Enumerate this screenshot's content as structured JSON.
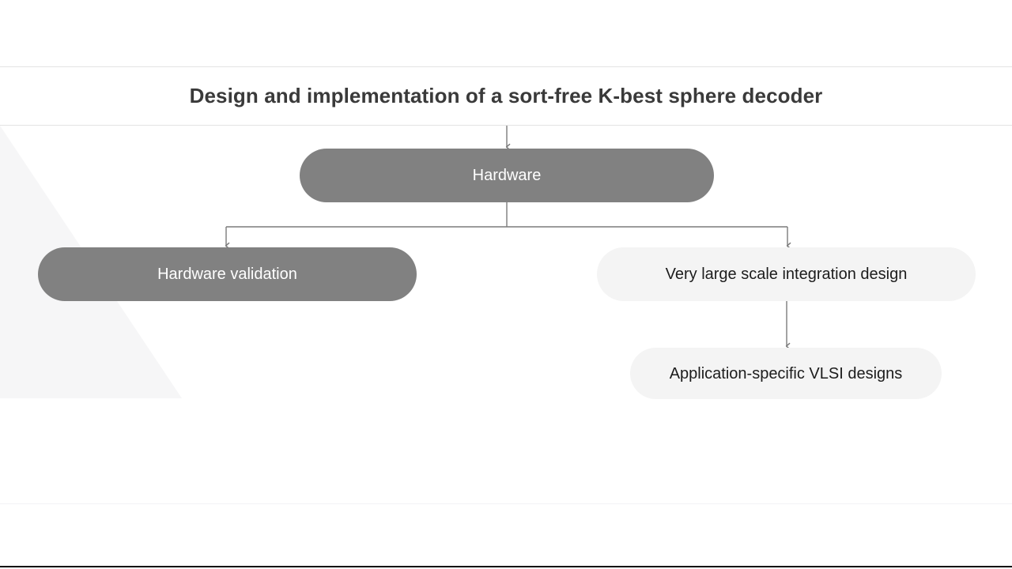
{
  "document": {
    "title": "Design and implementation of a sort-free K-best sphere decoder"
  },
  "colors": {
    "node_dark_fill": "#818181",
    "node_dark_text": "#ffffff",
    "node_light_fill": "#f4f4f4",
    "node_light_text": "#1c1c1c",
    "connector": "#7c7c7c",
    "title_text": "#3a3a3a",
    "rule": "#e3e3e3",
    "page_background": "#ffffff"
  },
  "diagram": {
    "type": "tree",
    "root_label": "Design and implementation of a sort-free K-best sphere decoder",
    "nodes": [
      {
        "id": "hardware",
        "label": "Hardware",
        "style": "dark",
        "level": 1
      },
      {
        "id": "hardware-validation",
        "label": "Hardware validation",
        "style": "dark",
        "level": 2
      },
      {
        "id": "vlsi-design",
        "label": "Very large scale integration design",
        "style": "light",
        "level": 2
      },
      {
        "id": "asic-designs",
        "label": "Application-specific VLSI designs",
        "style": "light",
        "level": 3
      }
    ],
    "edges": [
      {
        "from": "title",
        "to": "hardware"
      },
      {
        "from": "hardware",
        "to": "hardware-validation"
      },
      {
        "from": "hardware",
        "to": "vlsi-design"
      },
      {
        "from": "vlsi-design",
        "to": "asic-designs"
      }
    ]
  }
}
